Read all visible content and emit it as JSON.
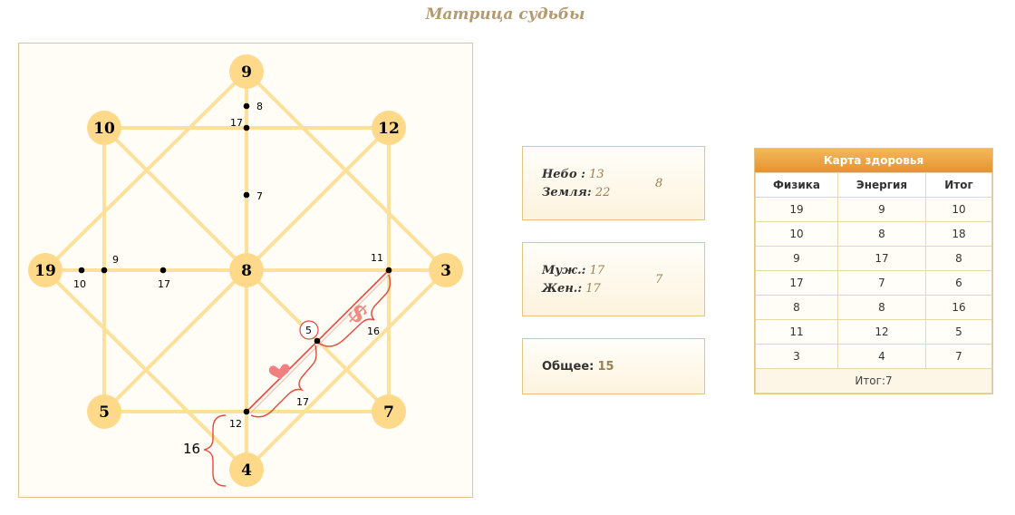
{
  "page": {
    "title": "Матрица судьбы"
  },
  "matrix": {
    "nodes": {
      "top": "9",
      "top_left": "10",
      "top_right": "12",
      "left": "19",
      "center": "8",
      "right": "3",
      "bottom_left": "5",
      "bottom_right": "7",
      "bottom": "4"
    },
    "points": {
      "top_upper": "8",
      "top_lower": "17",
      "top_middle": "7",
      "left_a": "9",
      "left_b": "10",
      "left_c": "17",
      "right_inner": "11",
      "circle_value": "5",
      "diag_upper_brace": "16",
      "diag_lower_brace": "17",
      "bottom_inner": "12",
      "bottom_brace": "16"
    },
    "symbols": {
      "money": "$"
    },
    "colors": {
      "node_fill": "#ffd98a",
      "line": "#fde09a",
      "accent": "#e8493a",
      "heart": "#f27f7f"
    }
  },
  "sky_earth": {
    "sky_label": "Небо :",
    "sky_value": "13",
    "earth_label": "Земля:",
    "earth_value": "22",
    "result": "8"
  },
  "male_female": {
    "male_label": "Муж.:",
    "male_value": "17",
    "female_label": "Жен.:",
    "female_value": "17",
    "result": "7"
  },
  "common": {
    "label": "Общее:",
    "value": "15"
  },
  "health_map": {
    "title": "Карта здоровья",
    "columns": [
      "Физика",
      "Энергия",
      "Итог"
    ],
    "rows": [
      [
        "19",
        "9",
        "10"
      ],
      [
        "10",
        "8",
        "18"
      ],
      [
        "9",
        "17",
        "8"
      ],
      [
        "17",
        "7",
        "6"
      ],
      [
        "8",
        "8",
        "16"
      ],
      [
        "11",
        "12",
        "5"
      ],
      [
        "3",
        "4",
        "7"
      ]
    ],
    "total": "Итог:7"
  }
}
